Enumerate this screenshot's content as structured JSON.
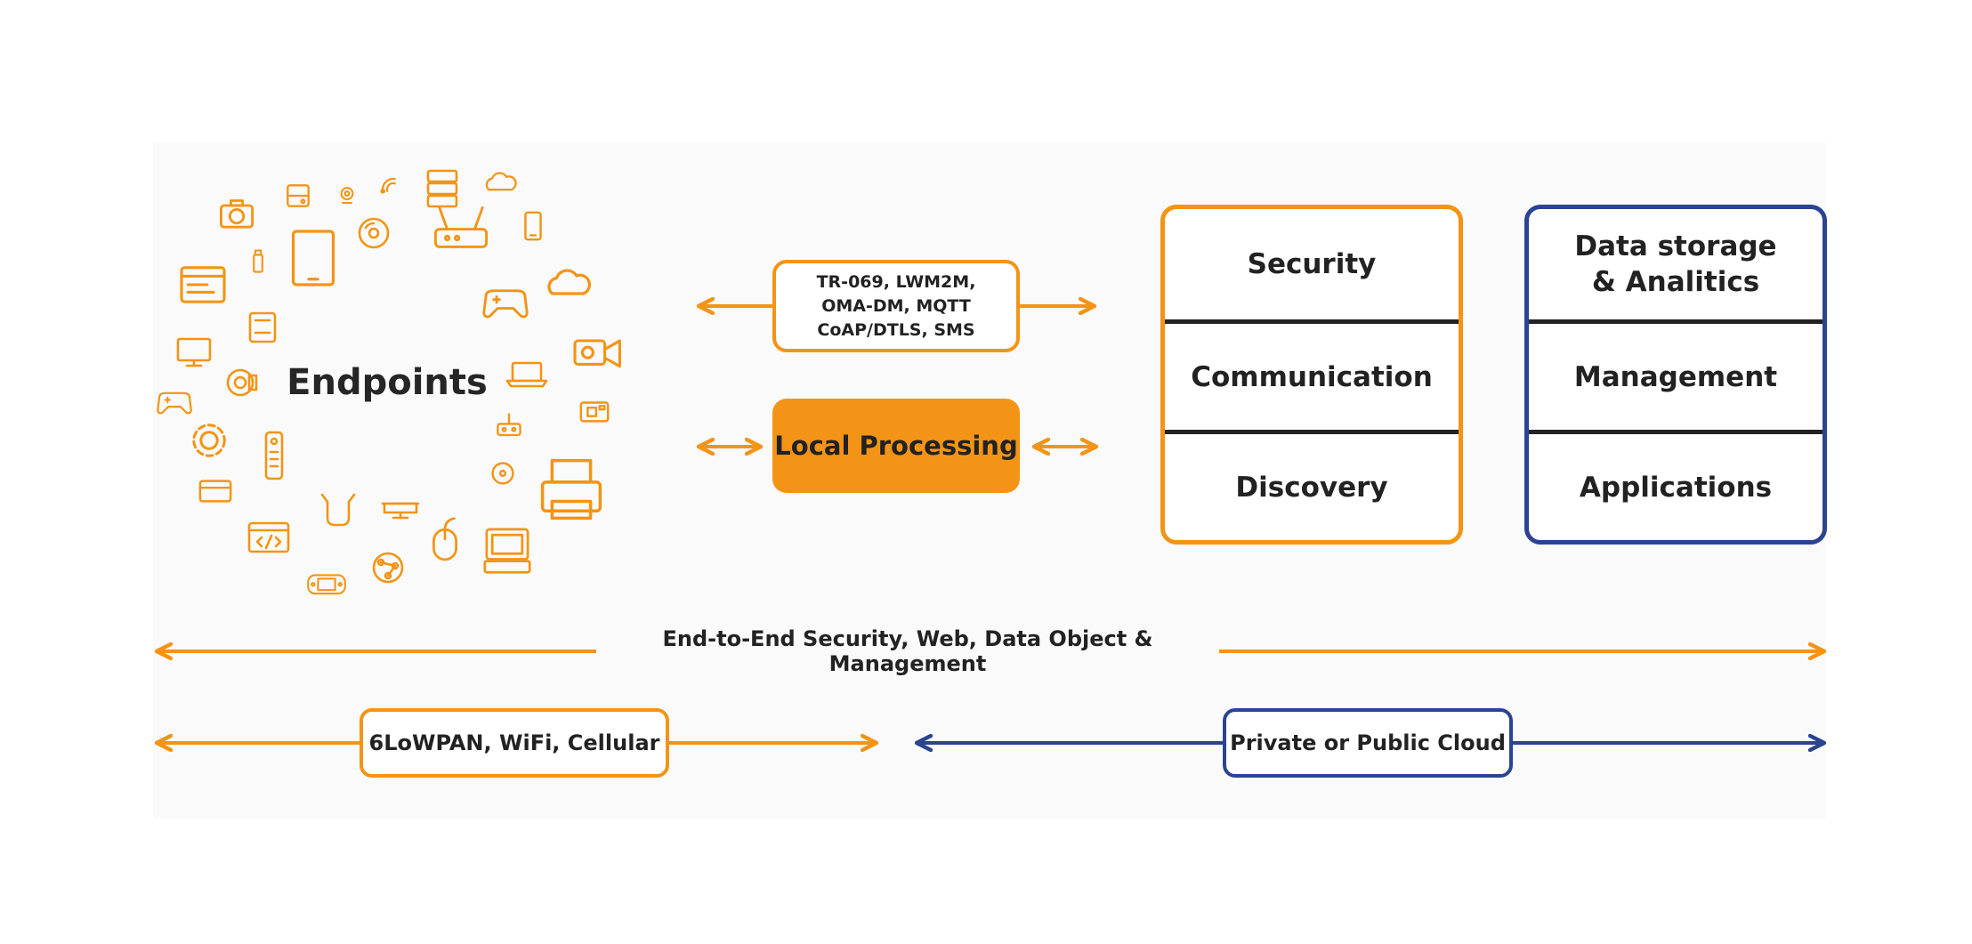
{
  "colors": {
    "accent": "#f39416",
    "blue": "#2b4490",
    "text": "#222222"
  },
  "endpoints": {
    "label": "Endpoints",
    "icons": [
      "camera-icon",
      "hard-drive-icon",
      "webcam-icon",
      "satellite-icon",
      "server-icon",
      "cloud-upload-icon",
      "smartphone-icon",
      "browser-window-icon",
      "usb-stick-icon",
      "tablet-icon",
      "disc-icon",
      "router-icon",
      "gamepad-icon",
      "cloud-icon",
      "card-reader-icon",
      "monitor-icon",
      "camcorder-icon",
      "webcam-round-icon",
      "laptop-icon",
      "gamepad-icon",
      "compact-camera-icon",
      "gear-icon",
      "remote-control-icon",
      "sensor-icon",
      "credit-card-icon",
      "dvd-icon",
      "printer-icon",
      "code-window-icon",
      "vr-headset-icon",
      "display-icon",
      "mouse-icon",
      "computer-icon",
      "handheld-console-icon",
      "network-icon"
    ]
  },
  "protocols": {
    "lines": [
      "TR-069, LWM2M,",
      "OMA-DM, MQTT",
      "CoAP/DTLS, SMS"
    ]
  },
  "local_processing": "Local Processing",
  "stack_left": {
    "items": [
      "Security",
      "Communication",
      "Discovery"
    ]
  },
  "stack_right": {
    "items": [
      "Data storage & Analitics",
      "Management",
      "Applications"
    ]
  },
  "end_to_end": "End-to-End Security, Web, Data Object & Management",
  "network": "6LoWPAN, WiFi, Cellular",
  "cloud": "Private or Public Cloud"
}
